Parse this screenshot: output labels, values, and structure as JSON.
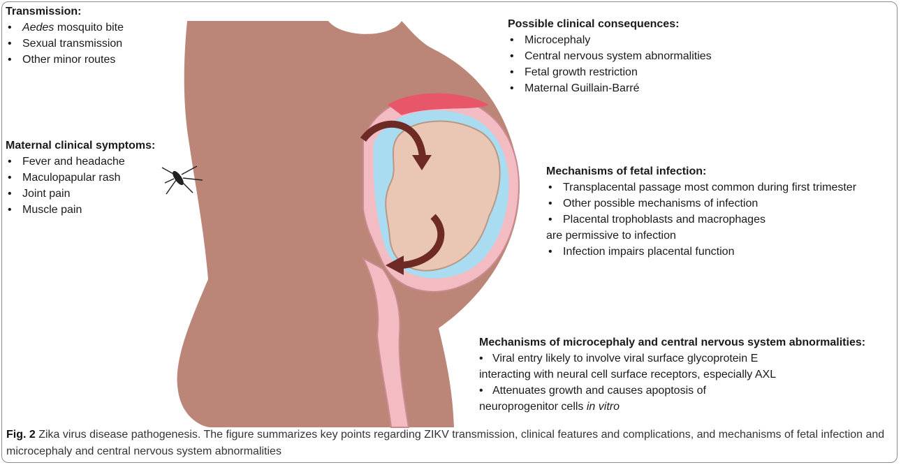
{
  "transmission": {
    "title": "Transmission:",
    "items": [
      {
        "italic": "Aedes",
        "text": " mosquito bite"
      },
      {
        "italic": "",
        "text": "Sexual transmission"
      },
      {
        "italic": "",
        "text": "Other minor routes"
      }
    ]
  },
  "maternal_symptoms": {
    "title": "Maternal clinical symptoms:",
    "items": [
      "Fever and headache",
      "Maculopapular rash",
      "Joint pain",
      "Muscle pain"
    ]
  },
  "consequences": {
    "title": "Possible clinical consequences:",
    "items": [
      "Microcephaly",
      "Central nervous system abnormalities",
      "Fetal growth restriction",
      "Maternal Guillain-Barré"
    ]
  },
  "fetal_infection": {
    "title": "Mechanisms of fetal infection:",
    "items": [
      "Transplacental passage most common during first trimester",
      "Other possible mechanisms of infection",
      "Placental trophoblasts and macrophages"
    ],
    "continuation": "are permissive to infection",
    "last_item": "Infection impairs placental function"
  },
  "microcephaly": {
    "title": "Mechanisms of microcephaly and central nervous system abnormalities:",
    "item1": "Viral entry likely to involve viral surface glycoprotein E",
    "item1_cont": "interacting with neural cell surface receptors, especially AXL",
    "item2": "Attenuates growth and causes apoptosis of",
    "item2_cont_text": "neuroprogenitor cells ",
    "item2_cont_italic": "in vitro"
  },
  "caption": {
    "label": "Fig. 2",
    "text": " Zika virus disease pathogenesis. The figure summarizes key points regarding ZIKV transmission, clinical features and complications, and mechanisms of fetal infection and microcephaly and central nervous system abnormalities"
  },
  "colors": {
    "skin": "#bb8677",
    "uterus_pink": "#f3bcc2",
    "uterus_red": "#e8566a",
    "amniotic_blue": "#a9dcf0",
    "fetus": "#e9c7b4",
    "arrow": "#6e2a24"
  }
}
